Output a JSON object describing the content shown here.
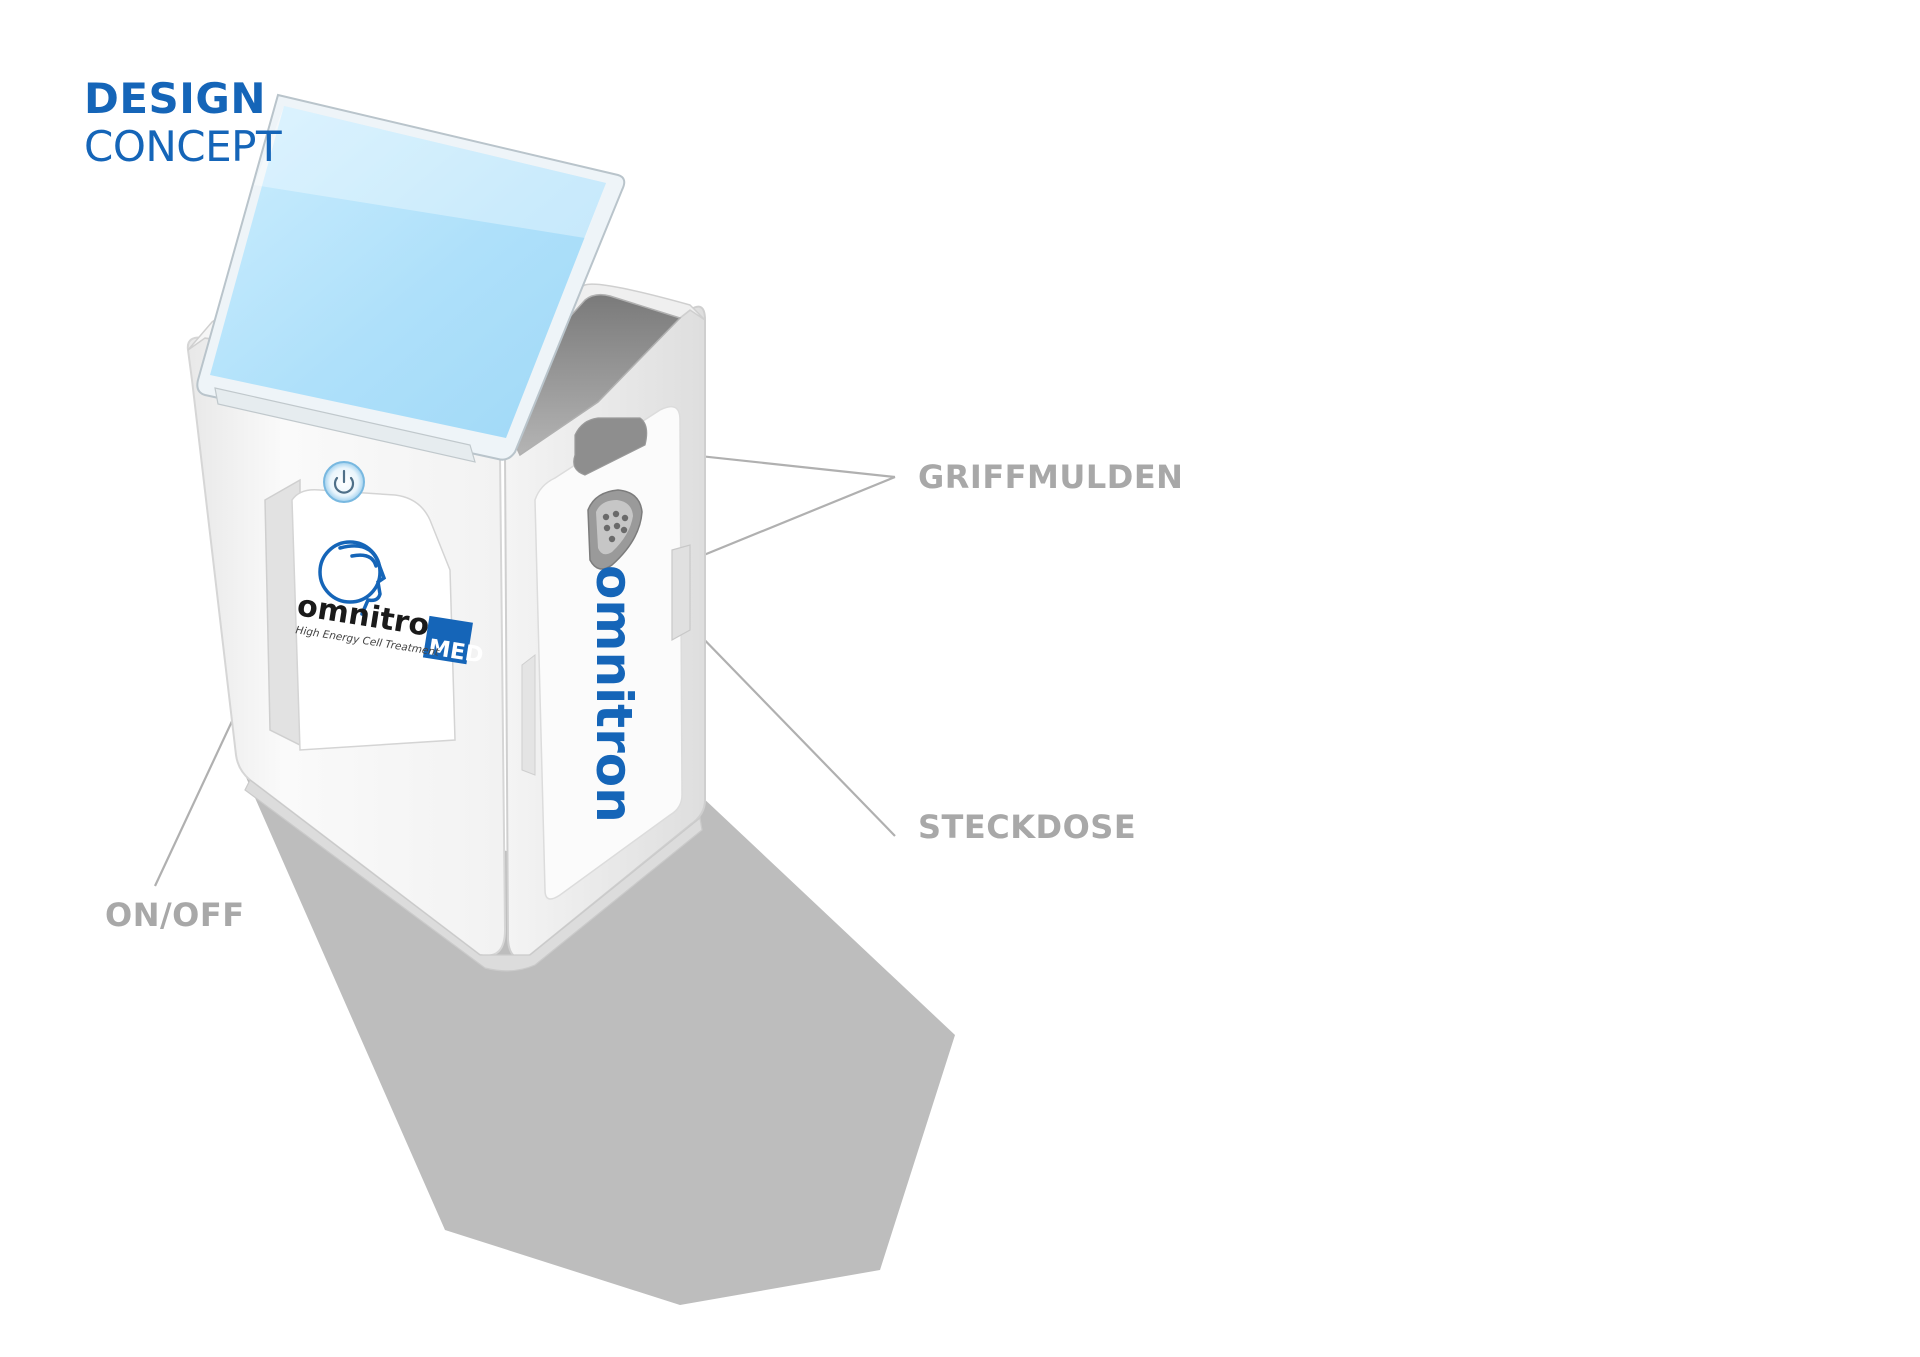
{
  "title": {
    "line1": "DESIGN",
    "line2": "CONCEPT"
  },
  "callouts": {
    "griffmulden": "GRIFFMULDEN",
    "steckdose": "STECKDOSE",
    "on_off": "ON/OFF"
  },
  "device": {
    "front_brand": "omnitron",
    "front_brand_badge": "MED",
    "front_tagline": "High Energy Cell Treatment",
    "side_brand": "omnitron"
  },
  "colors": {
    "brand_blue": "#1565b8",
    "callout_gray": "#a8a8a8",
    "shadow_gray": "#bdbdbd",
    "screen_blue": "#b3e3fb"
  },
  "icons": {
    "power_button": "power-icon",
    "logo": "heads-profile-logo",
    "socket": "socket-icon"
  }
}
